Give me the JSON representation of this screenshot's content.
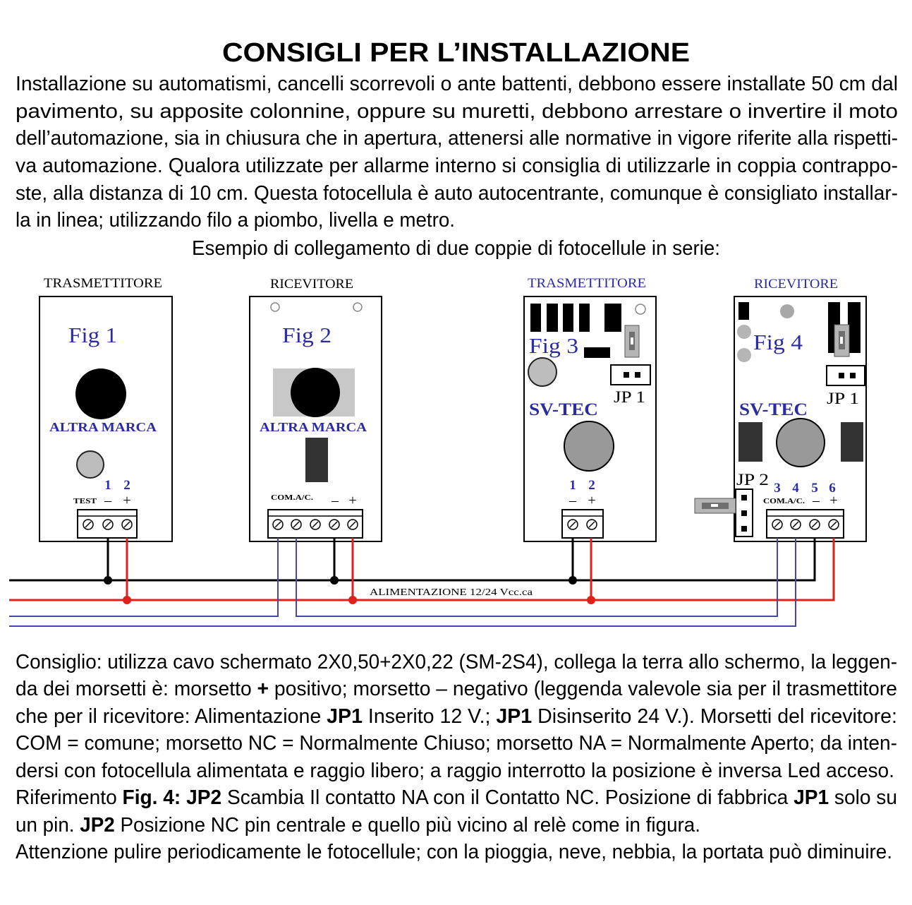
{
  "title": "CONSIGLI PER L’INSTALLAZIONE",
  "intro": {
    "lines": [
      "Installazione su automatismi, cancelli scorrevoli o ante battenti, debbono essere installate 50 cm dal",
      "pavimento, su apposite colonnine, oppure su muretti, debbono arrestare o invertire il moto",
      "dell’automazione, sia in chiusura che in apertura, attenersi alle normative in vigore riferite alla rispetti-",
      "va automazione. Qualora utilizzate per allarme interno si consiglia di utilizzarle in coppia contrappo-",
      "ste, alla distanza di 10 cm. Questa fotocellula è auto autocentrante, comunque è consigliato installar-",
      "la in linea; utilizzando filo a piombo, livella e metro."
    ]
  },
  "diagram": {
    "caption": "Esempio di collegamento di due coppie di fotocellule in serie:",
    "power_label": "ALIMENTAZIONE 12/24 Vcc.ca",
    "units": [
      {
        "heading": "TRASMETTITORE",
        "fig": "Fig 1",
        "brand": "ALTRA MARCA",
        "terminal_numbers": [
          "1",
          "2"
        ],
        "terminal_legend": [
          "TEST",
          "–",
          "+"
        ]
      },
      {
        "heading": "RICEVITORE",
        "fig": "Fig 2",
        "brand": "ALTRA MARCA",
        "terminal_legend": [
          "COM.A/C.",
          "–",
          "+"
        ]
      },
      {
        "heading": "TRASMETTITORE",
        "fig": "Fig 3",
        "brand": "SV-TEC",
        "jumper": "JP 1",
        "terminal_numbers": [
          "1",
          "2"
        ],
        "terminal_legend": [
          "–",
          "+"
        ]
      },
      {
        "heading": "RICEVITORE",
        "fig": "Fig 4",
        "brand": "SV-TEC",
        "jumper": "JP 1",
        "jumper2": "JP 2",
        "terminal_numbers": [
          "3",
          "4",
          "5",
          "6"
        ],
        "terminal_legend": [
          "COM.A/C.",
          "–",
          "+"
        ]
      }
    ]
  },
  "notes": {
    "lines": [
      [
        "Consiglio: utilizza cavo schermato 2X0,50+2X0,22 (SM-2S4), collega la terra allo schermo, la leggen-"
      ],
      [
        "da dei morsetti è: morsetto ",
        "+",
        " positivo; morsetto – negativo (leggenda valevole sia per il trasmettitore"
      ],
      [
        "che per il ricevitore: Alimentazione ",
        "JP1",
        " Inserito 12 V.; ",
        "JP1",
        " Disinserito 24 V.). Morsetti del ricevitore:"
      ],
      [
        "COM = comune; morsetto NC = Normalmente Chiuso; morsetto NA = Normalmente Aperto; da inten-"
      ],
      [
        "dersi con fotocellula alimentata e raggio libero; a raggio interrotto la posizione è inversa Led acceso."
      ],
      [
        "Riferimento ",
        "Fig. 4:",
        " ",
        "JP2",
        " Scambia Il contatto NA con il Contatto NC. Posizione di fabbrica ",
        "JP1",
        " solo su"
      ],
      [
        "un pin. ",
        "JP2",
        " Posizione NC pin centrale e quello più vicino al relè come in figura."
      ],
      [
        "Attenzione pulire periodicamente le fotocellule; con la pioggia, neve, nebbia, la portata può diminuire."
      ]
    ]
  },
  "colors": {
    "text": "#000000",
    "accent_blue": "#2b2ba6",
    "wire_negative": "#000000",
    "wire_positive": "#e0201b",
    "wire_signal": "#4545ad"
  }
}
